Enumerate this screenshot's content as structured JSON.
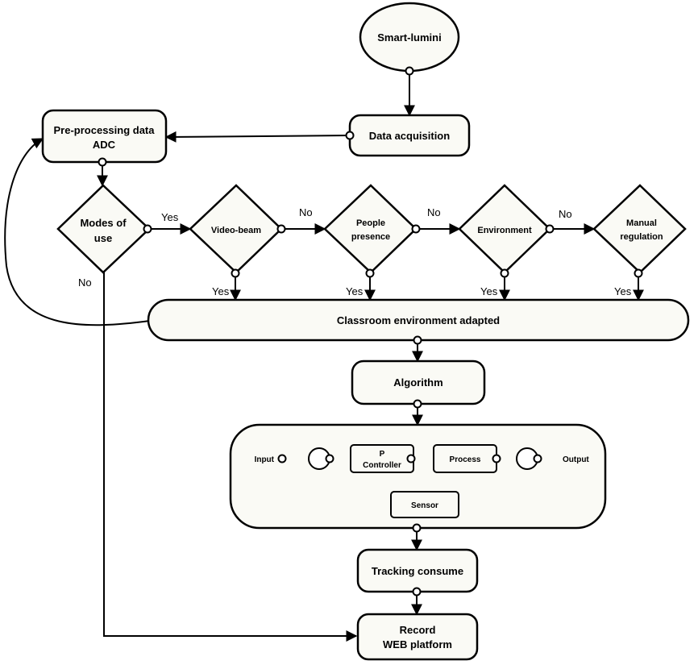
{
  "nodes": {
    "smart_lumini": "Smart-lumini",
    "data_acquisition": "Data acquisition",
    "preprocessing": [
      "Pre-processing data",
      "ADC"
    ],
    "modes_of_use": [
      "Modes of",
      "use"
    ],
    "video_beam": "Video-beam",
    "people_presence": [
      "People",
      "presence"
    ],
    "environment": "Environment",
    "manual_regulation": [
      "Manual",
      "regulation"
    ],
    "classroom_adapted": "Classroom environment adapted",
    "algorithm": "Algorithm",
    "controller_input": "Input",
    "p_controller": [
      "P",
      "Controller"
    ],
    "process": "Process",
    "controller_output": "Output",
    "sensor": "Sensor",
    "tracking_consume": "Tracking consume",
    "record": [
      "Record",
      "WEB platform"
    ]
  },
  "edge_labels": {
    "modes_yes": "Yes",
    "modes_no": "No",
    "video_no": "No",
    "video_yes": "Yes",
    "people_no": "No",
    "people_yes": "Yes",
    "environment_no": "No",
    "environment_yes": "Yes",
    "manual_yes": "Yes"
  }
}
